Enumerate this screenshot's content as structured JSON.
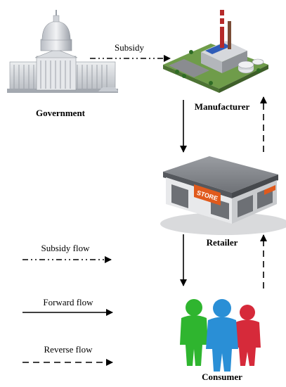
{
  "nodes": {
    "government": {
      "label": "Government"
    },
    "manufacturer": {
      "label": "Manufacturer"
    },
    "retailer": {
      "label": "Retailer",
      "sign": "STORE"
    },
    "consumer": {
      "label": "Consumer"
    }
  },
  "edges": {
    "subsidy": {
      "label": "Subsidy"
    }
  },
  "legend": {
    "subsidy_flow": "Subsidy flow",
    "forward_flow": "Forward flow",
    "reverse_flow": "Reverse flow"
  },
  "colors": {
    "consumer_green": "#2fb52f",
    "consumer_blue": "#2a8fd6",
    "consumer_red": "#d62a3a",
    "store_sign": "#e05a1c"
  }
}
